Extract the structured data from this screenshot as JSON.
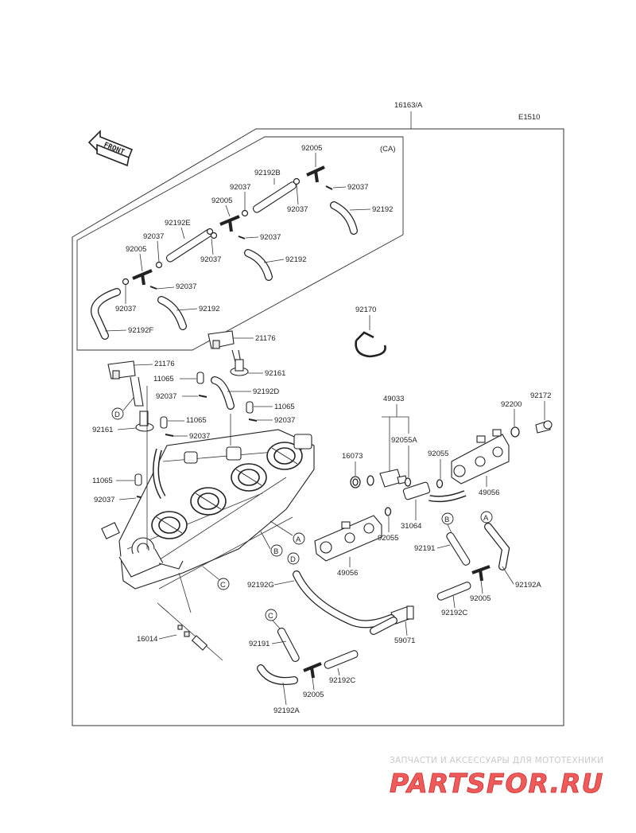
{
  "figure_code": "E1510",
  "assembly_number": "16163/A",
  "front_arrow_label": "FRONT",
  "ca_label": "(CA)",
  "callouts": {
    "a": "A",
    "b": "B",
    "c": "C",
    "d": "D"
  },
  "labels": {
    "p92005_a": "92005",
    "p92192b": "92192B",
    "p92037_a": "92037",
    "p92037_b": "92037",
    "p92192_a": "92192",
    "p92037_c": "92037",
    "p92005_b": "92005",
    "p92192e": "92192E",
    "p92037_d": "92037",
    "p92037_e": "92037",
    "p92037_f": "92037",
    "p92005_c": "92005",
    "p92192_b": "92192",
    "p92037_g": "92037",
    "p92037_h": "92037",
    "p92192_c": "92192",
    "p92192f": "92192F",
    "p92170": "92170",
    "p21176_a": "21176",
    "p21176_b": "21176",
    "p92161_a": "92161",
    "p11065_a": "11065",
    "p92037_i": "92037",
    "p92192d": "92192D",
    "p11065_b": "11065",
    "p92037_j": "92037",
    "p11065_c": "11065",
    "p92161_b": "92161",
    "p92037_k": "92037",
    "p49033": "49033",
    "p92200": "92200",
    "p92172": "92172",
    "p92055a": "92055A",
    "p16073": "16073",
    "p92055_a": "92055",
    "p49056_a": "49056",
    "p11065_d": "11065",
    "p92037_l": "92037",
    "p31064": "31064",
    "p92055_b": "92055",
    "p92191_a": "92191",
    "p92192a_a": "92192A",
    "p49056_b": "49056",
    "p92005_d": "92005",
    "p92192g": "92192G",
    "p92192c_a": "92192C",
    "p16014": "16014",
    "p59071": "59071",
    "p92191_b": "92191",
    "p92192c_b": "92192C",
    "p92005_e": "92005",
    "p92192a_b": "92192A"
  },
  "watermark": {
    "line1": "ЗАПЧАСТИ И АКСЕССУАРЫ ДЛЯ МОТОТЕХНИКИ",
    "line2": "PARTSFOR.RU",
    "color": "#e04848"
  }
}
